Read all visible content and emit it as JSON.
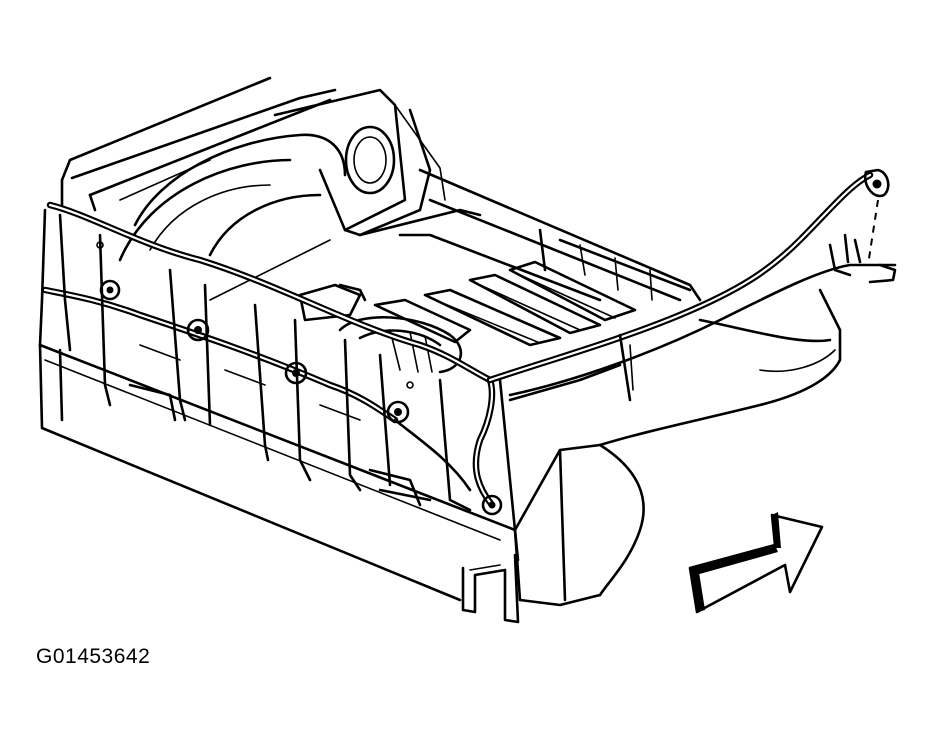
{
  "figure": {
    "id_label": "G01453642",
    "subject": "vehicle-rear-body-wiring-harness",
    "arrow_direction": "forward",
    "harness_clip_count": 6
  }
}
